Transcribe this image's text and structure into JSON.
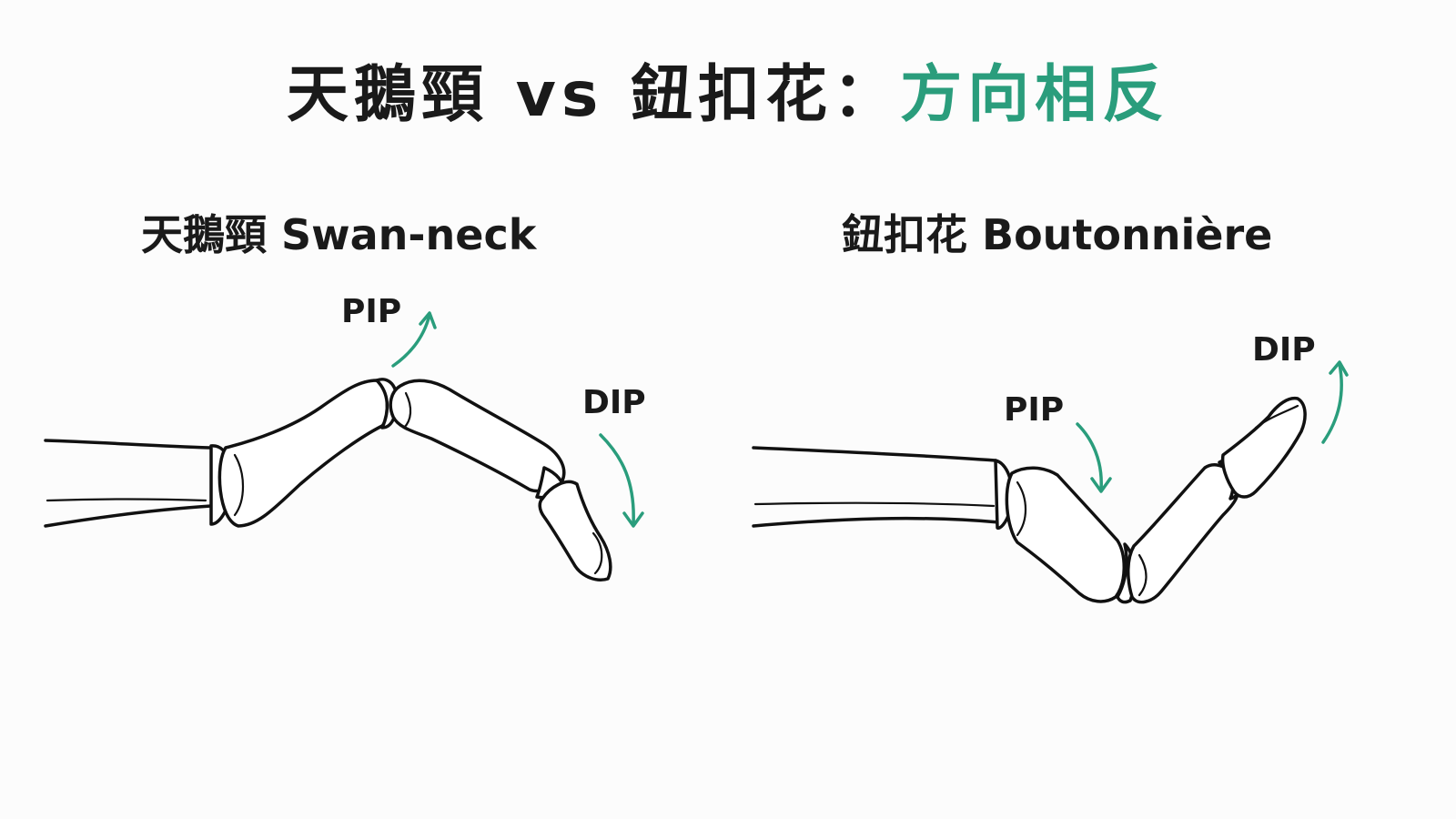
{
  "title": {
    "part1": "天鵝頸 vs 鈕扣花：",
    "part2": "方向相反"
  },
  "accent_color": "#2a9d7c",
  "left_panel": {
    "heading": "天鵝頸 Swan-neck",
    "pip_label": "PIP",
    "dip_label": "DIP",
    "pip_direction": "up-arrow",
    "dip_direction": "down-arrow"
  },
  "right_panel": {
    "heading": "鈕扣花 Boutonnière",
    "pip_label": "PIP",
    "dip_label": "DIP",
    "pip_direction": "down-arrow",
    "dip_direction": "up-arrow"
  }
}
